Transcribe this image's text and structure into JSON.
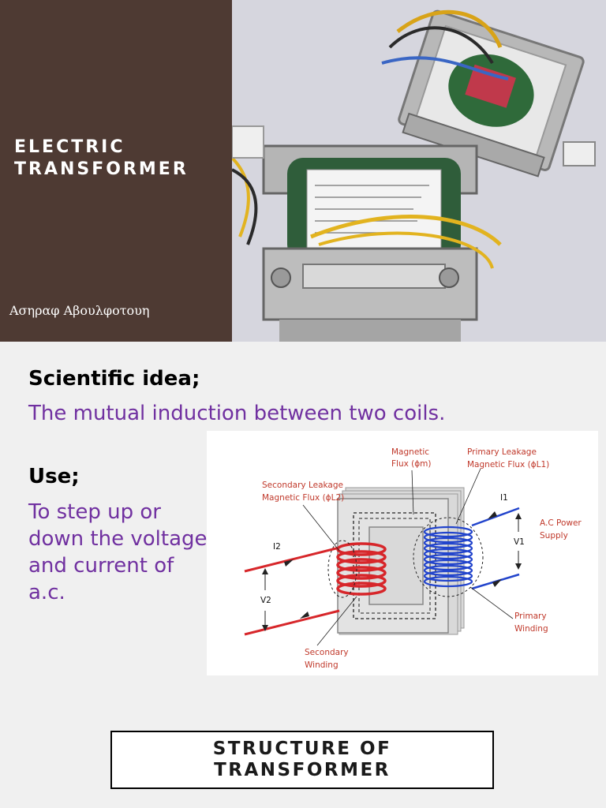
{
  "header": {
    "title_line1": "ELECTRIC",
    "title_line2": "TRANSFORMER",
    "author": "Ασηραφ Αβουλφοτουη",
    "colors": {
      "panel": "#4e3a33"
    }
  },
  "scientific_idea": {
    "heading": "Scientific idea;",
    "text": "The mutual induction between two coils."
  },
  "use": {
    "heading": "Use;",
    "text": "To step up or down the voltage and current of a.c."
  },
  "diagram": {
    "magnetic_flux": [
      "Magnetic",
      "Flux (ϕm)"
    ],
    "primary_leakage": [
      "Primary Leakage",
      "Magnetic Flux (ϕL1)"
    ],
    "secondary_leakage": [
      "Secondary Leakage",
      "Magnetic Flux (ϕL2)"
    ],
    "ac_supply": [
      "A.C Power",
      "Supply"
    ],
    "primary_winding": [
      "Primary",
      "Winding"
    ],
    "secondary_winding": [
      "Secondary",
      "Winding"
    ],
    "i1": "I1",
    "i2": "I2",
    "v1": "V1",
    "v2": "V2"
  },
  "structure": {
    "line1": "STRUCTURE OF",
    "line2": "TRANSFORMER"
  }
}
